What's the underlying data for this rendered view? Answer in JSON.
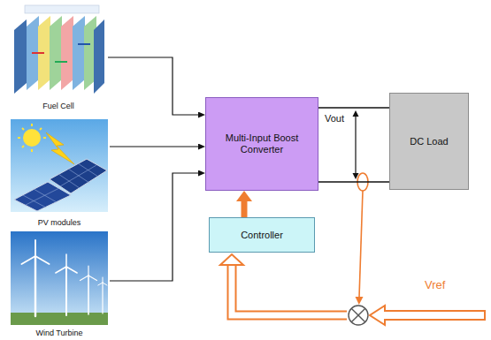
{
  "diagram": {
    "nodes": [
      {
        "text": [
          "Fuel Cell"
        ]
      },
      {
        "text": [
          "PV modules"
        ]
      },
      {
        "text": [
          "Wind Turbine"
        ]
      },
      {
        "text": [
          "Multi-Input Boost Converter"
        ]
      },
      {
        "text": [
          "DC Load"
        ]
      },
      {
        "text": [
          "Controller"
        ]
      }
    ],
    "edges": [
      {
        "from": 0,
        "to": 3,
        "arrow": "to"
      },
      {
        "from": 1,
        "to": 3,
        "arrow": "to"
      },
      {
        "from": 2,
        "to": 3,
        "arrow": "to"
      },
      {
        "from": 3,
        "to": 4,
        "arrow": "none"
      },
      {
        "from": 3,
        "to": 4,
        "arrow": "none"
      },
      {
        "from": 5,
        "to": 3,
        "arrow": "to"
      }
    ],
    "labels": [
      "Vout",
      "Vref"
    ]
  }
}
